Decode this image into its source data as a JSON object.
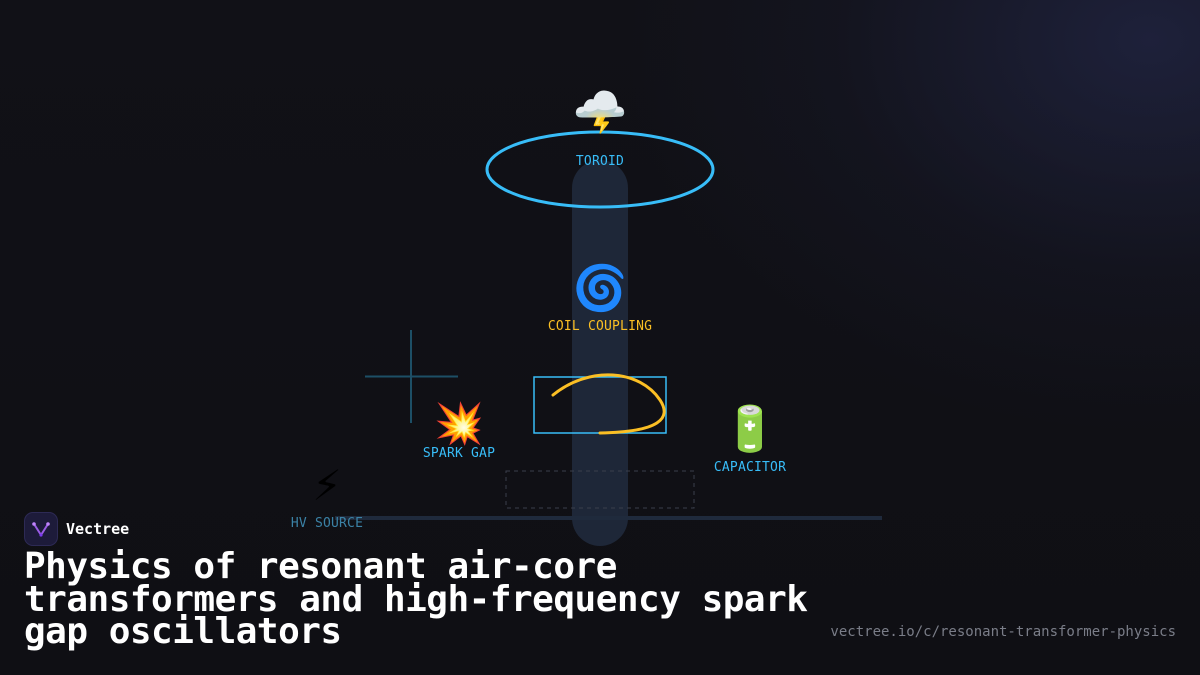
{
  "brand": {
    "name": "Vectree",
    "logo_icon": "vectree-logo-icon",
    "logo_color": "#9b5de5"
  },
  "title": "Physics of resonant air-core transformers and high-frequency spark gap oscillators",
  "url": "vectree.io/c/resonant-transformer-physics",
  "diagram": {
    "components": {
      "toroid": {
        "label": "TOROID",
        "icon": "storm-cloud-lightning-icon",
        "glyph": "🌩️"
      },
      "coil_coupling": {
        "label": "COIL COUPLING",
        "icon": "cyclone-icon",
        "glyph": "🌀"
      },
      "spark_gap": {
        "label": "SPARK GAP",
        "icon": "collision-icon",
        "glyph": "💥"
      },
      "capacitor": {
        "label": "CAPACITOR",
        "icon": "battery-icon",
        "glyph": "🔋"
      },
      "hv_source": {
        "label": "HV SOURCE",
        "icon": "high-voltage-icon",
        "glyph": "⚡"
      }
    },
    "colors": {
      "accent_blue": "#38bdf8",
      "accent_amber": "#fbbf24",
      "muted_blue": "#3b82a6",
      "column": "#1e2738",
      "baseline": "#1f2a3c"
    }
  }
}
